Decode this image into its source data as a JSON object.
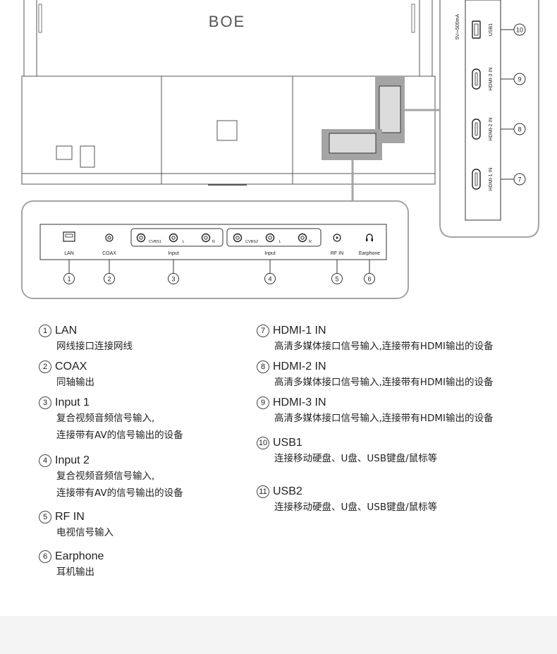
{
  "brand": "BOE",
  "side_panel": {
    "power_note": "5V⎓500mA",
    "ports": [
      {
        "num": "⑩",
        "label": "USB1"
      },
      {
        "num": "⑨",
        "label": "HDMI-3 IN"
      },
      {
        "num": "⑧",
        "label": "HDMI-2 IN"
      },
      {
        "num": "⑦",
        "label": "HDMI-1 IN"
      }
    ]
  },
  "bottom_panel": {
    "ports": [
      {
        "num": "①",
        "label": "LAN"
      },
      {
        "num": "②",
        "label": "COAX"
      },
      {
        "num": "③",
        "label": "Input",
        "sub": [
          "CVBS1",
          "L",
          "R"
        ]
      },
      {
        "num": "④",
        "label": "Input",
        "sub": [
          "CVBS2",
          "L",
          "R"
        ]
      },
      {
        "num": "⑤",
        "label": "RF IN"
      },
      {
        "num": "⑥",
        "label": "Earphone"
      }
    ]
  },
  "legend": [
    {
      "num": "①",
      "title": "LAN",
      "desc": [
        "网线接口连接网线"
      ]
    },
    {
      "num": "②",
      "title": "COAX",
      "desc": [
        "同轴输出"
      ]
    },
    {
      "num": "③",
      "title": "Input 1",
      "desc": [
        "复合视频音频信号输入,",
        "连接带有AV的信号输出的设备"
      ]
    },
    {
      "num": "④",
      "title": "Input 2",
      "desc": [
        "复合视频音频信号输入,",
        "连接带有AV的信号输出的设备"
      ]
    },
    {
      "num": "⑤",
      "title": "RF IN",
      "desc": [
        "电视信号输入"
      ]
    },
    {
      "num": "⑥",
      "title": "Earphone",
      "desc": [
        "耳机输出"
      ]
    },
    {
      "num": "⑦",
      "title": "HDMI-1 IN",
      "desc": [
        "高清多媒体接口信号输入,连接带有HDMI输出的设备"
      ]
    },
    {
      "num": "⑧",
      "title": "HDMI-2 IN",
      "desc": [
        "高清多媒体接口信号输入,连接带有HDMI输出的设备"
      ]
    },
    {
      "num": "⑨",
      "title": "HDMI-3 IN",
      "desc": [
        "高清多媒体接口信号输入,连接带有HDMI输出的设备"
      ]
    },
    {
      "num": "⑩",
      "title": "USB1",
      "desc": [
        "连接移动硬盘、U盘、USB键盘/鼠标等"
      ]
    },
    {
      "num": "⑪",
      "title": "USB2",
      "desc": [
        "连接移动硬盘、U盘、USB键盘/鼠标等"
      ]
    }
  ]
}
